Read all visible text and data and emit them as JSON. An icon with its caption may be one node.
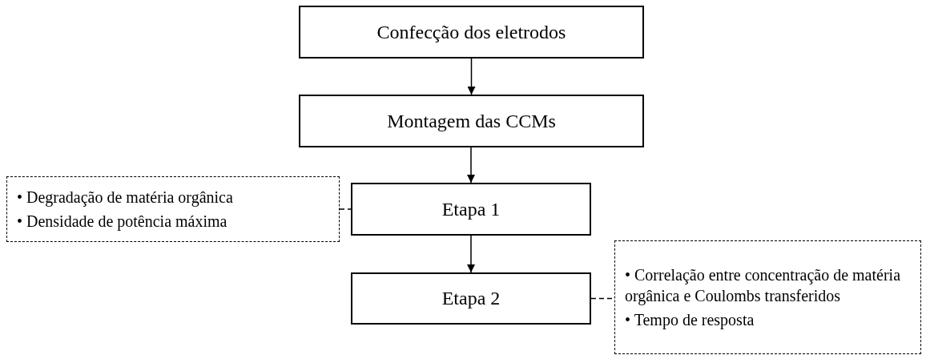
{
  "diagram": {
    "nodes": [
      {
        "text": [
          "Confecção dos eletrodos"
        ]
      },
      {
        "text": [
          "Montagem das CCMs"
        ]
      },
      {
        "text": [
          "• Degradação de matéria orgânica",
          "• Densidade de potência máxima"
        ]
      },
      {
        "text": [
          "Etapa 1"
        ]
      },
      {
        "text": [
          "Etapa 2"
        ]
      },
      {
        "text": [
          "• Correlação entre concentração de matéria orgânica e Coulombs transferidos",
          "• Tempo de resposta"
        ]
      }
    ],
    "edges": [
      {
        "from": 0,
        "to": 1,
        "arrow": "to"
      },
      {
        "from": 1,
        "to": 3,
        "arrow": "to"
      },
      {
        "from": 3,
        "to": 4,
        "arrow": "to"
      },
      {
        "from": 2,
        "to": 3,
        "arrow": "none",
        "style": "dashed"
      },
      {
        "from": 4,
        "to": 5,
        "arrow": "none",
        "style": "dashed"
      }
    ]
  }
}
